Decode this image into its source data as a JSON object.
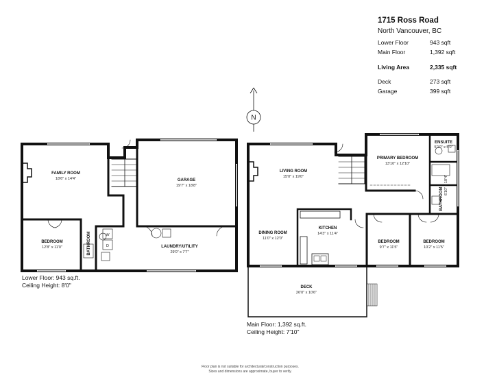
{
  "header": {
    "address": "1715 Ross Road",
    "city": "North Vancouver, BC"
  },
  "areas": [
    {
      "label": "Lower Floor",
      "value": "943 sqft"
    },
    {
      "label": "Main Floor",
      "value": "1,392 sqft"
    },
    {
      "label": "Living Area",
      "value": "2,335 sqft"
    },
    {
      "label": "Deck",
      "value": "273 sqft"
    },
    {
      "label": "Garage",
      "value": "399 sqft"
    }
  ],
  "compass": {
    "label": "N",
    "icon": "north-arrow-icon"
  },
  "lower_floor": {
    "rooms": [
      {
        "name": "FAMILY ROOM",
        "dims": "18'6\" x 14'4\""
      },
      {
        "name": "GARAGE",
        "dims": "19'7\" x 18'8\""
      },
      {
        "name": "BEDROOM",
        "dims": "12'8\" x 11'0\""
      },
      {
        "name": "BATHROOM",
        "dims": ""
      },
      {
        "name": "LAUNDRY/UTILITY",
        "dims": "29'0\" x 7'7\""
      }
    ],
    "appliances": [
      "W",
      "D"
    ],
    "area_note": "Lower Floor: 943 sq.ft.",
    "ceiling_note": "Ceiling Height: 8'0\""
  },
  "main_floor": {
    "rooms": [
      {
        "name": "LIVING ROOM",
        "dims": "15'0\" x 19'0\""
      },
      {
        "name": "PRIMARY BEDROOM",
        "dims": "13'10\" x 12'10\""
      },
      {
        "name": "ENSUITE",
        "dims": "5'10\" x 5'0\""
      },
      {
        "name": "BATHROOM",
        "dims": "6'10\" x 10'4\""
      },
      {
        "name": "DINING ROOM",
        "dims": "11'0\" x 12'0\""
      },
      {
        "name": "KITCHEN",
        "dims": "14'3\" x 11'4\""
      },
      {
        "name": "BEDROOM",
        "dims": "9'7\" x 11'5\""
      },
      {
        "name": "BEDROOM",
        "dims": "10'2\" x 11'5\""
      },
      {
        "name": "DECK",
        "dims": "26'0\" x 10'6\""
      }
    ],
    "area_note": "Main Floor: 1,392 sq.ft.",
    "ceiling_note": "Ceiling Height: 7'10\""
  },
  "disclaimer": {
    "line1": "Floor plan is not suitable for architectural/construction purposes.",
    "line2": "Sizes and dimensions are approximate, buyer to verify."
  }
}
